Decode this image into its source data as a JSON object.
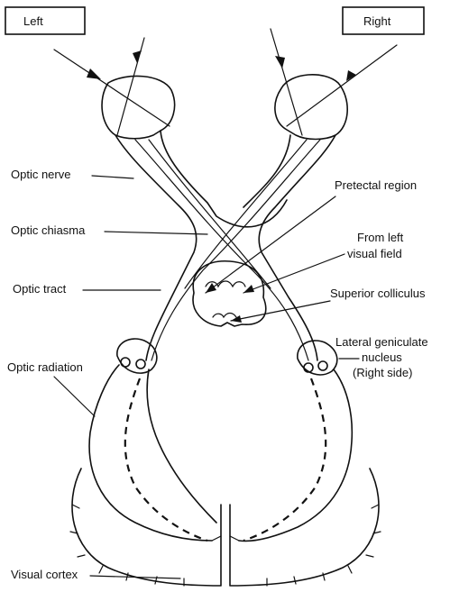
{
  "boxes": {
    "left": "Left",
    "right": "Right"
  },
  "labels": {
    "optic_nerve": "Optic nerve",
    "optic_chiasma": "Optic chiasma",
    "optic_tract": "Optic tract",
    "optic_radiation": "Optic radiation",
    "visual_cortex": "Visual cortex",
    "pretectal_region": "Pretectal region",
    "from_left_1": "From left",
    "from_left_2": "visual field",
    "superior_colliculus": "Superior colliculus",
    "lgn_1": "Lateral geniculate",
    "lgn_2": "nucleus",
    "lgn_3": "(Right side)"
  }
}
